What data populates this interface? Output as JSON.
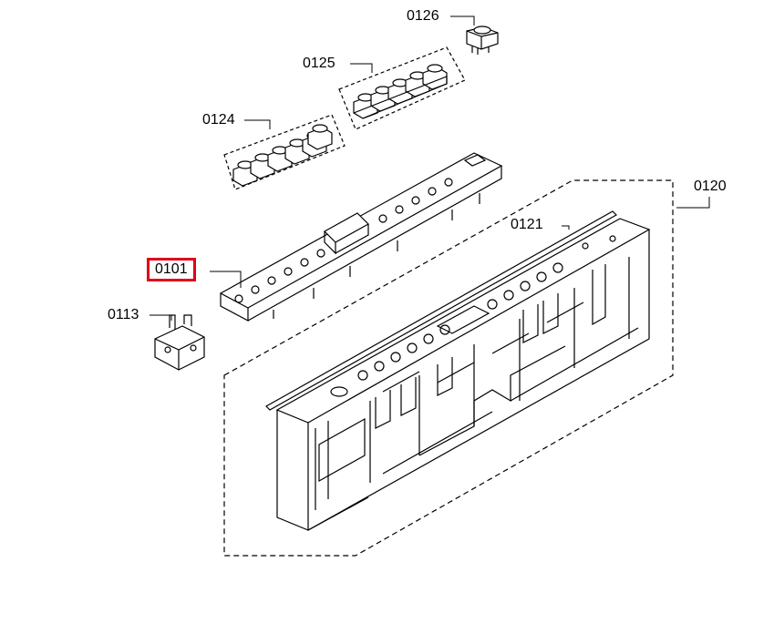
{
  "diagram": {
    "highlight_color": "#e0001a",
    "parts": [
      {
        "id": "p0126",
        "label": "0126",
        "highlighted": false
      },
      {
        "id": "p0125",
        "label": "0125",
        "highlighted": false
      },
      {
        "id": "p0124",
        "label": "0124",
        "highlighted": false
      },
      {
        "id": "p0120",
        "label": "0120",
        "highlighted": false
      },
      {
        "id": "p0121",
        "label": "0121",
        "highlighted": false
      },
      {
        "id": "p0101",
        "label": "0101",
        "highlighted": true
      },
      {
        "id": "p0113",
        "label": "0113",
        "highlighted": false
      }
    ]
  }
}
